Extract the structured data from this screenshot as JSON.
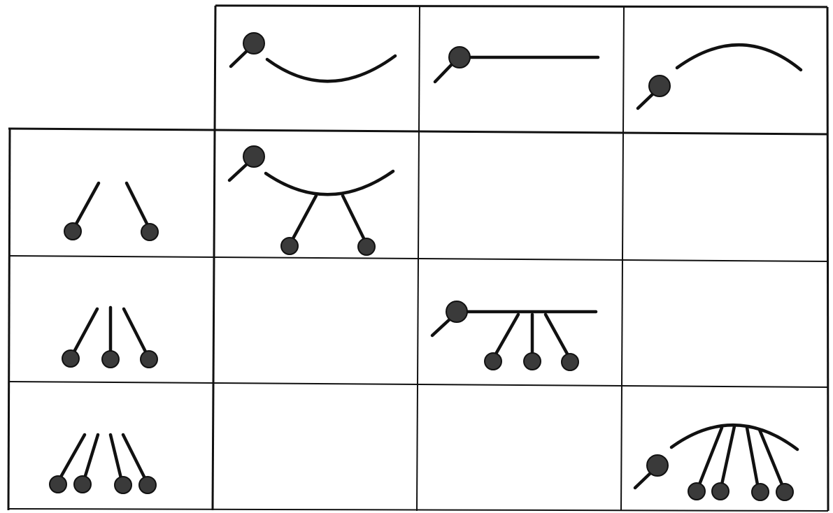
{
  "figure": {
    "ink_color": "#111111",
    "ball_color": "#3a3a3a",
    "paper_color": "#ffffff",
    "header_row": [
      {
        "column": 1,
        "curve": "concave-up",
        "bond": "lower-left"
      },
      {
        "column": 2,
        "curve": "straight",
        "bond": "lower-left"
      },
      {
        "column": 3,
        "curve": "concave-down",
        "bond": "lower-left"
      }
    ],
    "header_column": [
      {
        "row": 1,
        "pendant_count": 2
      },
      {
        "row": 2,
        "pendant_count": 3
      },
      {
        "row": 3,
        "pendant_count": 4
      }
    ],
    "filled_cells": [
      {
        "row": 1,
        "column": 1,
        "curve": "concave-up",
        "pendant_count": 2
      },
      {
        "row": 2,
        "column": 2,
        "curve": "straight",
        "pendant_count": 3
      },
      {
        "row": 3,
        "column": 3,
        "curve": "concave-down",
        "pendant_count": 4
      }
    ],
    "empty_cells": [
      {
        "row": 1,
        "column": 2
      },
      {
        "row": 1,
        "column": 3
      },
      {
        "row": 2,
        "column": 1
      },
      {
        "row": 2,
        "column": 3
      },
      {
        "row": 3,
        "column": 1
      },
      {
        "row": 3,
        "column": 2
      }
    ]
  }
}
